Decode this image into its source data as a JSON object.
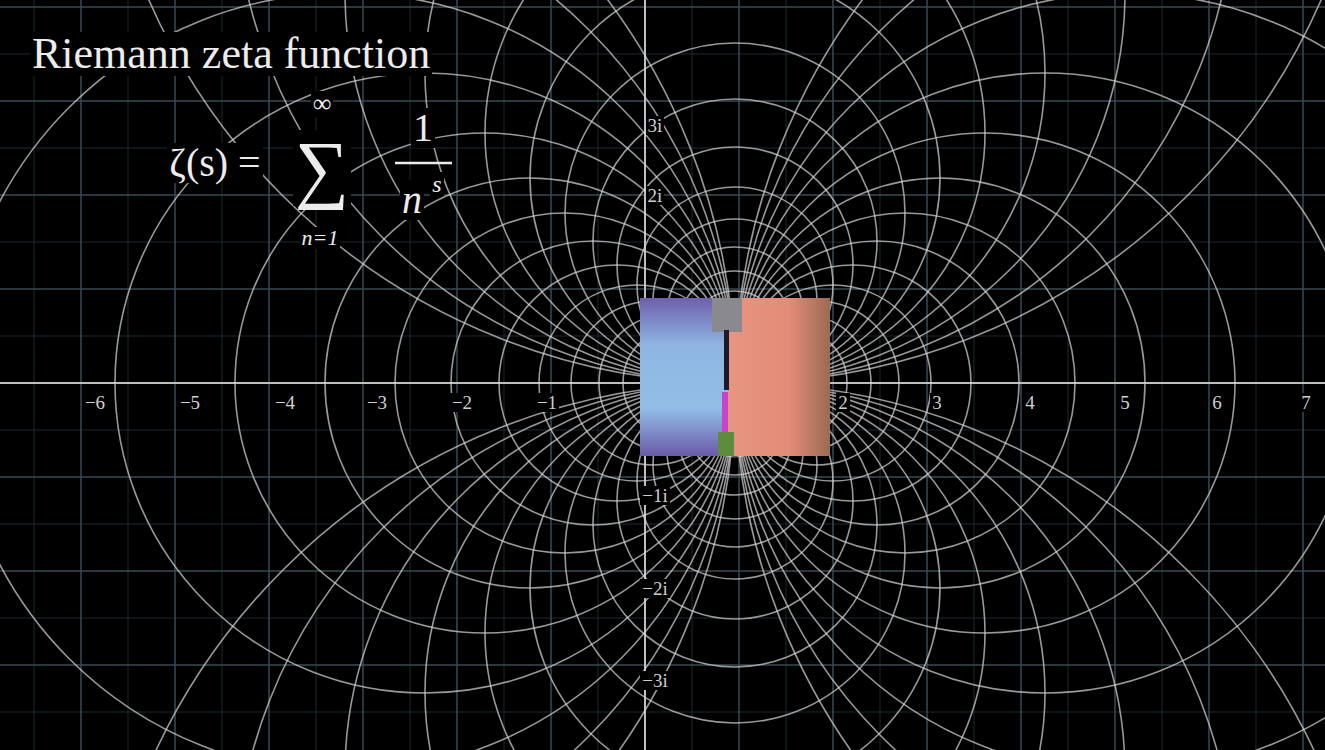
{
  "diagram": {
    "title": "Riemann zeta function",
    "labels": [
      "ζ(s) =",
      "∑",
      "∞",
      "n=1",
      "1",
      "n",
      "s",
      "−6",
      "−5",
      "−4",
      "−3",
      "−2",
      "−1",
      "2",
      "3",
      "4",
      "5",
      "6",
      "7",
      "3i",
      "2i",
      "−1i",
      "−2i",
      "−3i"
    ]
  }
}
